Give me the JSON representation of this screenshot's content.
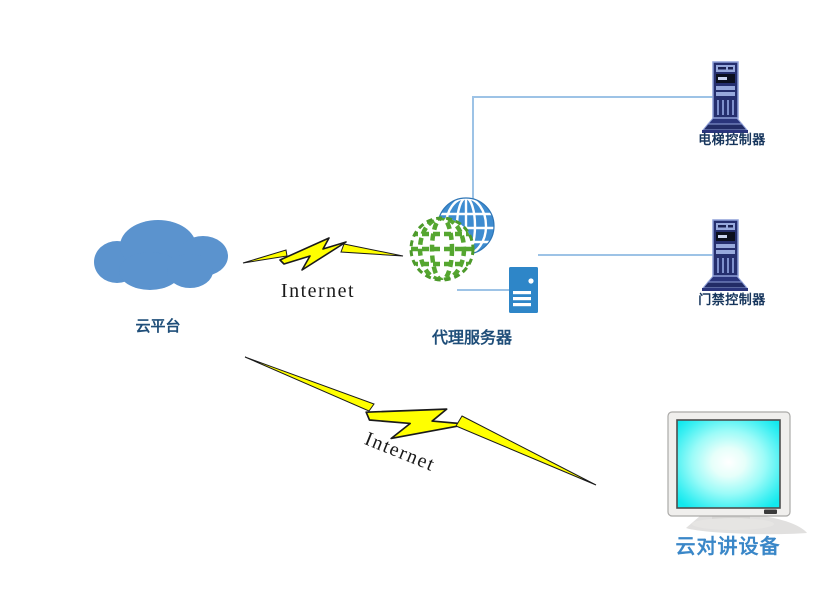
{
  "diagram_title": "cloud-intercom-network-topology",
  "nodes": {
    "cloud_platform": {
      "label": "云平台",
      "shape": "cloud-icon"
    },
    "proxy_server": {
      "label": "代理服务器",
      "shape": "globe-and-server-icon"
    },
    "elevator_controller": {
      "label": "电梯控制器",
      "shape": "tower-computer-icon"
    },
    "access_controller": {
      "label": "门禁控制器",
      "shape": "tower-computer-icon"
    },
    "cloud_intercom_device": {
      "label": "云对讲设备",
      "shape": "monitor-icon"
    }
  },
  "links": {
    "internet_top": {
      "label": "Internet",
      "type": "lightning-bolt",
      "from": "cloud_platform",
      "to": "proxy_server"
    },
    "internet_bottom": {
      "label": "Internet",
      "type": "lightning-bolt",
      "from": "cloud_platform",
      "to": "cloud_intercom_device"
    },
    "proxy_to_elevator": {
      "type": "line"
    },
    "proxy_to_access": {
      "type": "line"
    },
    "proxy_to_server_box": {
      "type": "line"
    }
  },
  "colors": {
    "background": "#FFFFFF",
    "cloud": "#5B93CE",
    "lightning": "#FFFF00",
    "lightning_outline": "#1A1A1A",
    "connector": "#9DC3E6",
    "node_label": "#1F4E79",
    "tower_label": "#17365D",
    "intercom_label": "#3A87C8",
    "tower_body": "#252F6E",
    "tower_detail": "#97A9DC",
    "globe_blue": "#3E8CD0",
    "globe_green": "#55A630",
    "server_box": "#2E86C8",
    "screen_cyan": "#12E9EE",
    "monitor_frame": "#F0EFED"
  }
}
